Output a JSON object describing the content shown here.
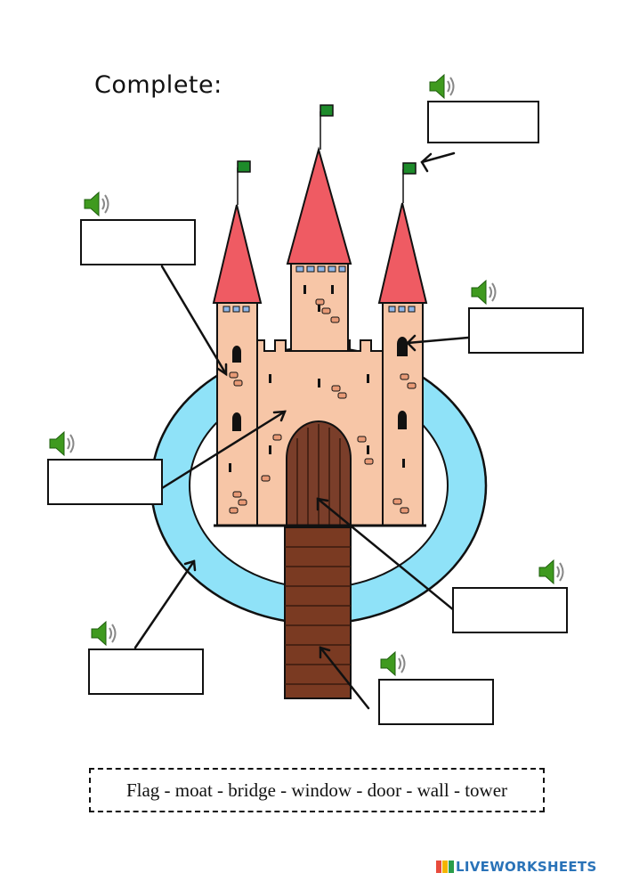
{
  "title": "Complete:",
  "word_bank": "Flag - moat - bridge - window - door - wall - tower",
  "brand": "LIVEWORKSHEETS",
  "answers": [
    {
      "id": "flag",
      "value": ""
    },
    {
      "id": "tower",
      "value": ""
    },
    {
      "id": "window",
      "value": ""
    },
    {
      "id": "wall",
      "value": ""
    },
    {
      "id": "door",
      "value": ""
    },
    {
      "id": "moat",
      "value": ""
    },
    {
      "id": "bridge",
      "value": ""
    }
  ],
  "colors": {
    "roof": "#ef5b63",
    "castle": "#f7c6a7",
    "stone": "#e89a76",
    "moat": "#8fe2f8",
    "door": "#7a3e2a",
    "bridge": "#7a3a22",
    "flag": "#1d8a2a",
    "speaker": "#3f9a1f",
    "brand": "#2a73b8"
  },
  "icons": [
    "speaker-icon",
    "liveworksheets-logo-icon"
  ]
}
